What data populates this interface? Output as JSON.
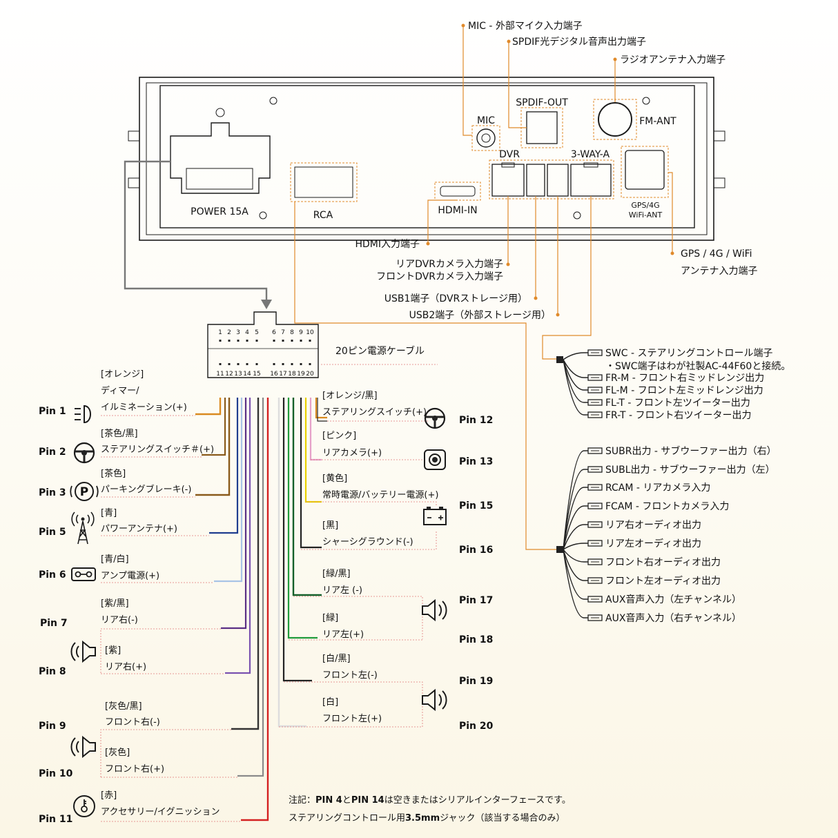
{
  "colors": {
    "accent": "#e08a2b",
    "orange": "#d98a1f",
    "brown": "#8a5a1a",
    "blue": "#1f3d8f",
    "blue_white": "#a8c4e6",
    "purple": "#6a3a9a",
    "purple_black": "#5a2f85",
    "gray": "#8a8a8a",
    "red": "#d42020",
    "pink": "#e6a0c8",
    "yellow": "#e8d000",
    "green": "#1f9a3a",
    "black": "#1a1a1a",
    "white": "#dddddd"
  },
  "unit": {
    "power_label": "POWER 15A",
    "rca_label": "RCA",
    "hdmi_label": "HDMI-IN",
    "mic_label": "MIC",
    "spdif_label": "SPDIF-OUT",
    "fm_label": "FM-ANT",
    "dvr_label": "DVR",
    "threeway_label": "3-WAY-A",
    "gps_label1": "GPS/4G",
    "gps_label2": "WiFi-ANT"
  },
  "callouts": {
    "mic": "MIC - 外部マイク入力端子",
    "spdif": "SPDIF光デジタル音声出力端子",
    "radio": "ラジオアンテナ入力端子",
    "hdmi": "HDMI入力端子",
    "dvr1": "リアDVRカメラ入力端子",
    "dvr2": "フロントDVRカメラ入力端子",
    "usb1": "USB1端子（DVRストレージ用）",
    "usb2": "USB2端子（外部ストレージ用）",
    "gps1": "GPS / 4G / WiFi",
    "gps2": "アンテナ入力端子"
  },
  "connector": {
    "title": "20ピン電源ケーブル",
    "top_pins": [
      "1",
      "2",
      "3",
      "4",
      "5",
      "6",
      "7",
      "8",
      "9",
      "10"
    ],
    "bottom_pins": [
      "11",
      "12",
      "13",
      "14",
      "15",
      "16",
      "17",
      "18",
      "19",
      "20"
    ]
  },
  "swc_group": [
    "SWC - ステアリングコントロール端子",
    "・SWC端子はわが社製AC-44F60と接続。",
    "FR-M - フロント右ミッドレンジ出力",
    "FL-M - フロント左ミッドレンジ出力",
    "FL-T - フロント左ツイーター出力",
    "FR-T - フロント右ツイーター出力"
  ],
  "rca_group": [
    "SUBR出力 - サブウーファー出力（右）",
    "SUBL出力 - サブウーファー出力（左）",
    "RCAM - リアカメラ入力",
    "FCAM - フロントカメラ入力",
    "リア右オーディオ出力",
    "リア左オーディオ出力",
    "フロント右オーディオ出力",
    "フロント左オーディオ出力",
    "AUX音声入力（左チャンネル）",
    "AUX音声入力（右チャンネル）"
  ],
  "left_pins": [
    {
      "pin": "Pin 1",
      "color_name": "[オレンジ]",
      "desc": "ディマー/",
      "desc2": "イルミネーション(+)",
      "icon": "illumination-icon"
    },
    {
      "pin": "Pin 2",
      "color_name": "[茶色/黒]",
      "desc": "ステアリングスイッチ＃(+)",
      "icon": "steering-wheel-icon"
    },
    {
      "pin": "Pin 3",
      "color_name": "[茶色]",
      "desc": "パーキングブレーキ(-)",
      "icon": "parking-brake-icon"
    },
    {
      "pin": "Pin 5",
      "color_name": "[青]",
      "desc": "パワーアンテナ(+)",
      "icon": "antenna-tower-icon"
    },
    {
      "pin": "Pin 6",
      "color_name": "[青/白]",
      "desc": "アンプ電源(+)",
      "icon": "amplifier-icon"
    },
    {
      "pin": "Pin 7",
      "color_name": "[紫/黒]",
      "desc": "リア右(-)",
      "icon": ""
    },
    {
      "pin": "Pin 8",
      "color_name": "[紫]",
      "desc": "リア右(+)",
      "icon": "speaker-icon"
    },
    {
      "pin": "Pin 9",
      "color_name": "[灰色/黒]",
      "desc": "フロント右(-)",
      "icon": ""
    },
    {
      "pin": "Pin 10",
      "color_name": "[灰色]",
      "desc": "フロント右(+)",
      "icon": "speaker-icon"
    },
    {
      "pin": "Pin 11",
      "color_name": "[赤]",
      "desc": "アクセサリー/イグニッション",
      "icon": "ignition-key-icon"
    }
  ],
  "right_pins": [
    {
      "pin": "Pin 12",
      "color_name": "[オレンジ/黒]",
      "desc": "ステアリングスイッチ(+)",
      "icon": "steering-wheel-icon"
    },
    {
      "pin": "Pin 13",
      "color_name": "[ピンク]",
      "desc": "リアカメラ(+)",
      "icon": "camera-icon"
    },
    {
      "pin": "Pin 15",
      "color_name": "[黄色]",
      "desc": "常時電源/バッテリー電源(+)",
      "icon": "battery-icon"
    },
    {
      "pin": "Pin 16",
      "color_name": "[黒]",
      "desc": "シャーシグラウンド(-)",
      "icon": ""
    },
    {
      "pin": "Pin 17",
      "color_name": "[緑/黒]",
      "desc": "リア左 (-)",
      "icon": "speaker-icon"
    },
    {
      "pin": "Pin 18",
      "color_name": "[緑]",
      "desc": "リア左(+)",
      "icon": ""
    },
    {
      "pin": "Pin 19",
      "color_name": "[白/黒]",
      "desc": "フロント左(-)",
      "icon": "speaker-icon"
    },
    {
      "pin": "Pin 20",
      "color_name": "[白]",
      "desc": "フロント左(+)",
      "icon": ""
    }
  ],
  "note": {
    "line1_a": "注記：",
    "line1_b": "PIN 4",
    "line1_c": "と",
    "line1_d": "PIN 14",
    "line1_e": "は空きまたはシリアルインターフェースです。",
    "line2_a": "ステアリングコントロール用",
    "line2_b": "3.5mm",
    "line2_c": "ジャック（該当する場合のみ）"
  }
}
